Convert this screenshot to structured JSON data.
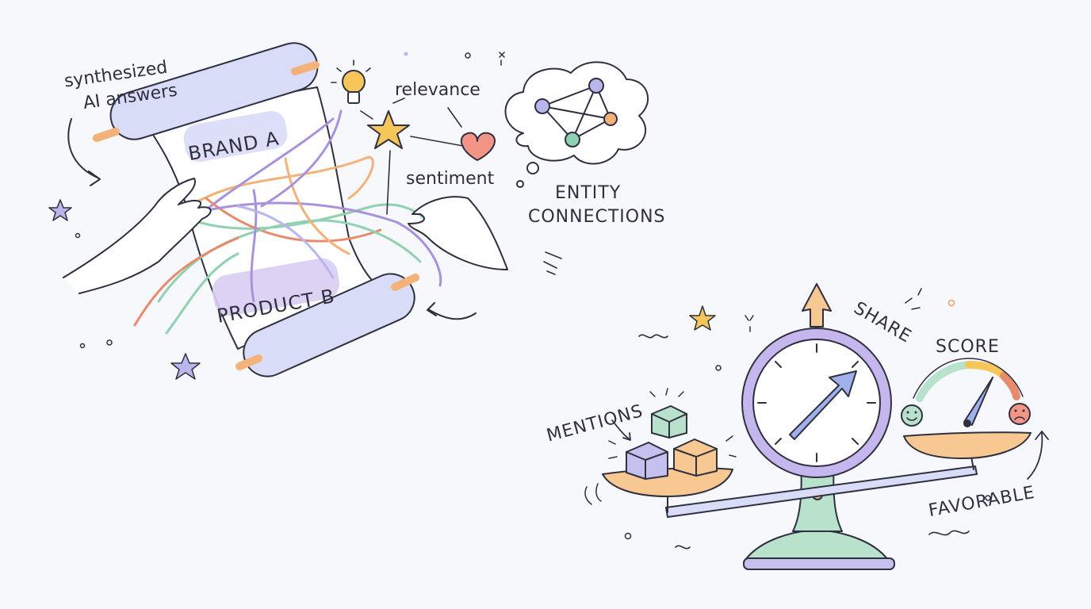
{
  "labels": {
    "synthesized_line1": "synthesized",
    "synthesized_line2": "AI answers",
    "brand_a": "BRAND A",
    "product_b": "PRODUCT B",
    "relevance": "relevance",
    "sentiment": "sentiment",
    "entity_line1": "ENTITY",
    "entity_line2": "CONNECTIONS",
    "mentions": "MENTIONS",
    "share": "SHARE",
    "score": "SCORE",
    "favorable": "FAVORABLE"
  },
  "colors": {
    "ink": "#2f3040",
    "lavender": "#b9b6ec",
    "purple": "#a892dd",
    "mint": "#8fd1b1",
    "peach": "#f2b27a",
    "coral": "#e88a6c",
    "gold": "#f6c65a",
    "pink": "#f29587",
    "paper": "#ffffff"
  },
  "icons": [
    "lightbulb-icon",
    "star-icon",
    "heart-icon",
    "smiley-icon",
    "frown-icon",
    "arrow-icon"
  ]
}
